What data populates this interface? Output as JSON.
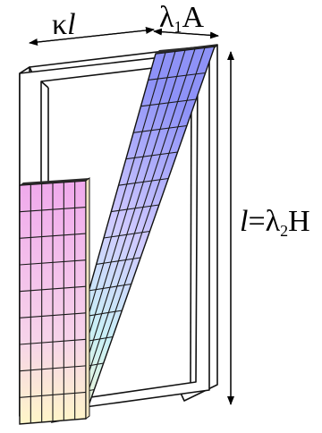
{
  "labels": {
    "top_left": {
      "main": "κ",
      "italic": "l"
    },
    "top_right": {
      "main": "λ",
      "sub": "1",
      "tail": "A"
    },
    "right": {
      "italic": "l",
      "main": "=λ",
      "sub": "2",
      "tail": "H"
    }
  },
  "colors": {
    "frame": "#ffffff",
    "outline": "#111111",
    "arrow": "#000000",
    "grid_line": "#1a1a1a",
    "gradient": [
      "#fff6c8",
      "#fbd0e6",
      "#d7c7ff",
      "#a9b5ff",
      "#7a83f5"
    ]
  }
}
